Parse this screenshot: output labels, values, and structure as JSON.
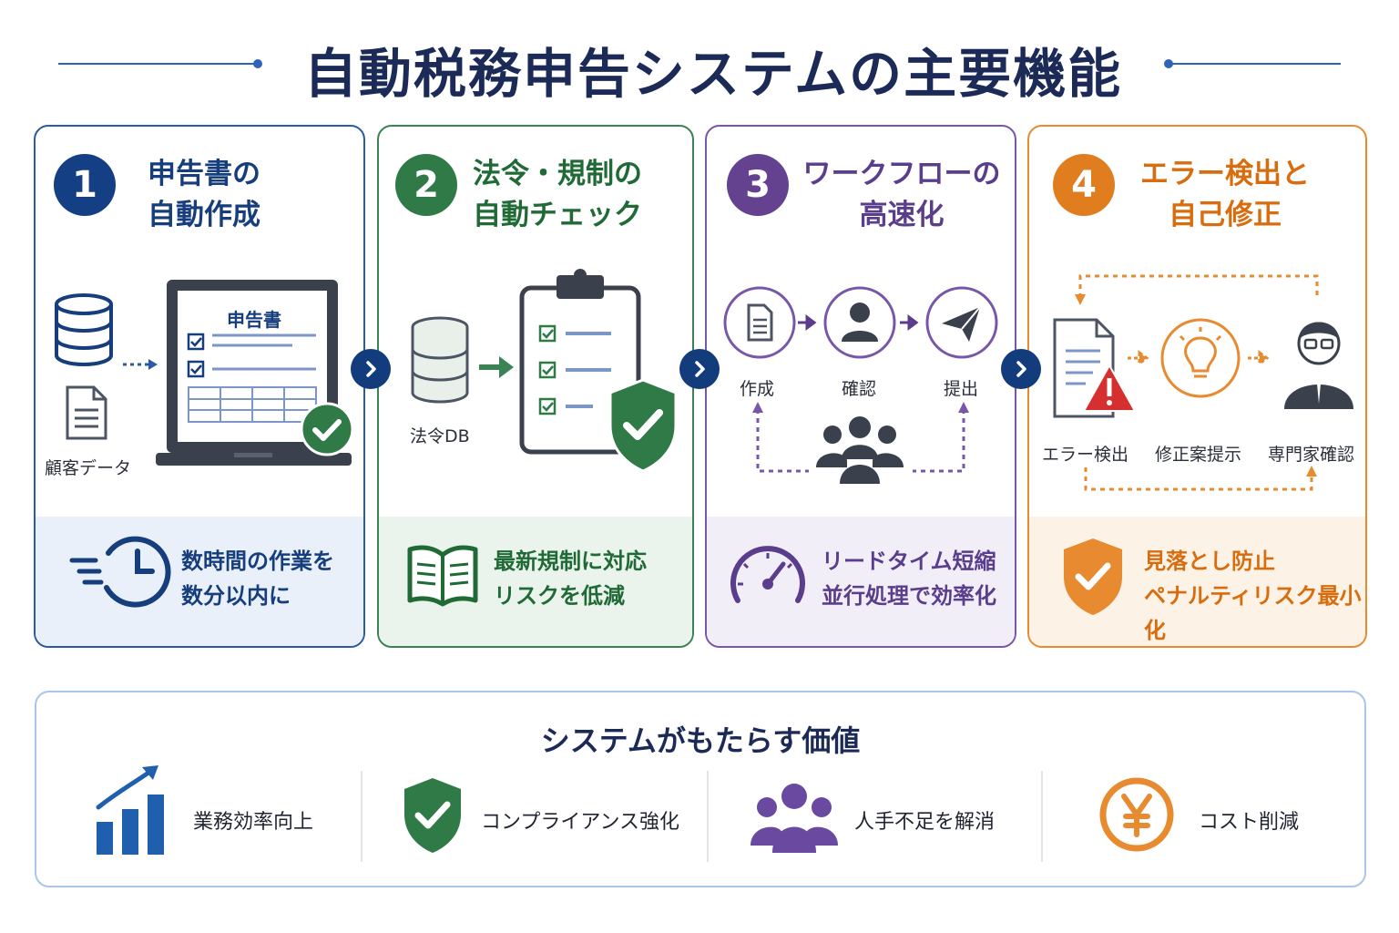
{
  "title": "自動税務申告システムの主要機能",
  "colors": {
    "blue": "#143f84",
    "green": "#2f7a46",
    "purple": "#64428f",
    "orange": "#df7d1f"
  },
  "cards": [
    {
      "number": "1",
      "heading": [
        "申告書の",
        "自動作成"
      ],
      "labels": {
        "customer_data": "顧客データ",
        "document_title": "申告書"
      },
      "footer": [
        "数時間の作業を",
        "数分以内に"
      ]
    },
    {
      "number": "2",
      "heading": [
        "法令・規制の",
        "自動チェック"
      ],
      "labels": {
        "law_db": "法令DB"
      },
      "footer": [
        "最新規制に対応",
        "リスクを低減"
      ]
    },
    {
      "number": "3",
      "heading": [
        "ワークフローの",
        "高速化"
      ],
      "labels": {
        "create": "作成",
        "confirm": "確認",
        "submit": "提出"
      },
      "footer": [
        "リードタイム短縮",
        "並行処理で効率化"
      ]
    },
    {
      "number": "4",
      "heading": [
        "エラー検出と",
        "自己修正"
      ],
      "labels": {
        "error_detect": "エラー検出",
        "suggest_fix": "修正案提示",
        "expert_check": "専門家確認"
      },
      "footer": [
        "見落とし防止",
        "ペナルティリスク最小化"
      ]
    }
  ],
  "values": {
    "title": "システムがもたらす価値",
    "items": [
      {
        "label": "業務効率向上",
        "icon": "bar-chart-up-icon"
      },
      {
        "label": "コンプライアンス強化",
        "icon": "shield-check-icon"
      },
      {
        "label": "人手不足を解消",
        "icon": "people-group-icon"
      },
      {
        "label": "コスト削減",
        "icon": "yen-coin-icon"
      }
    ]
  }
}
